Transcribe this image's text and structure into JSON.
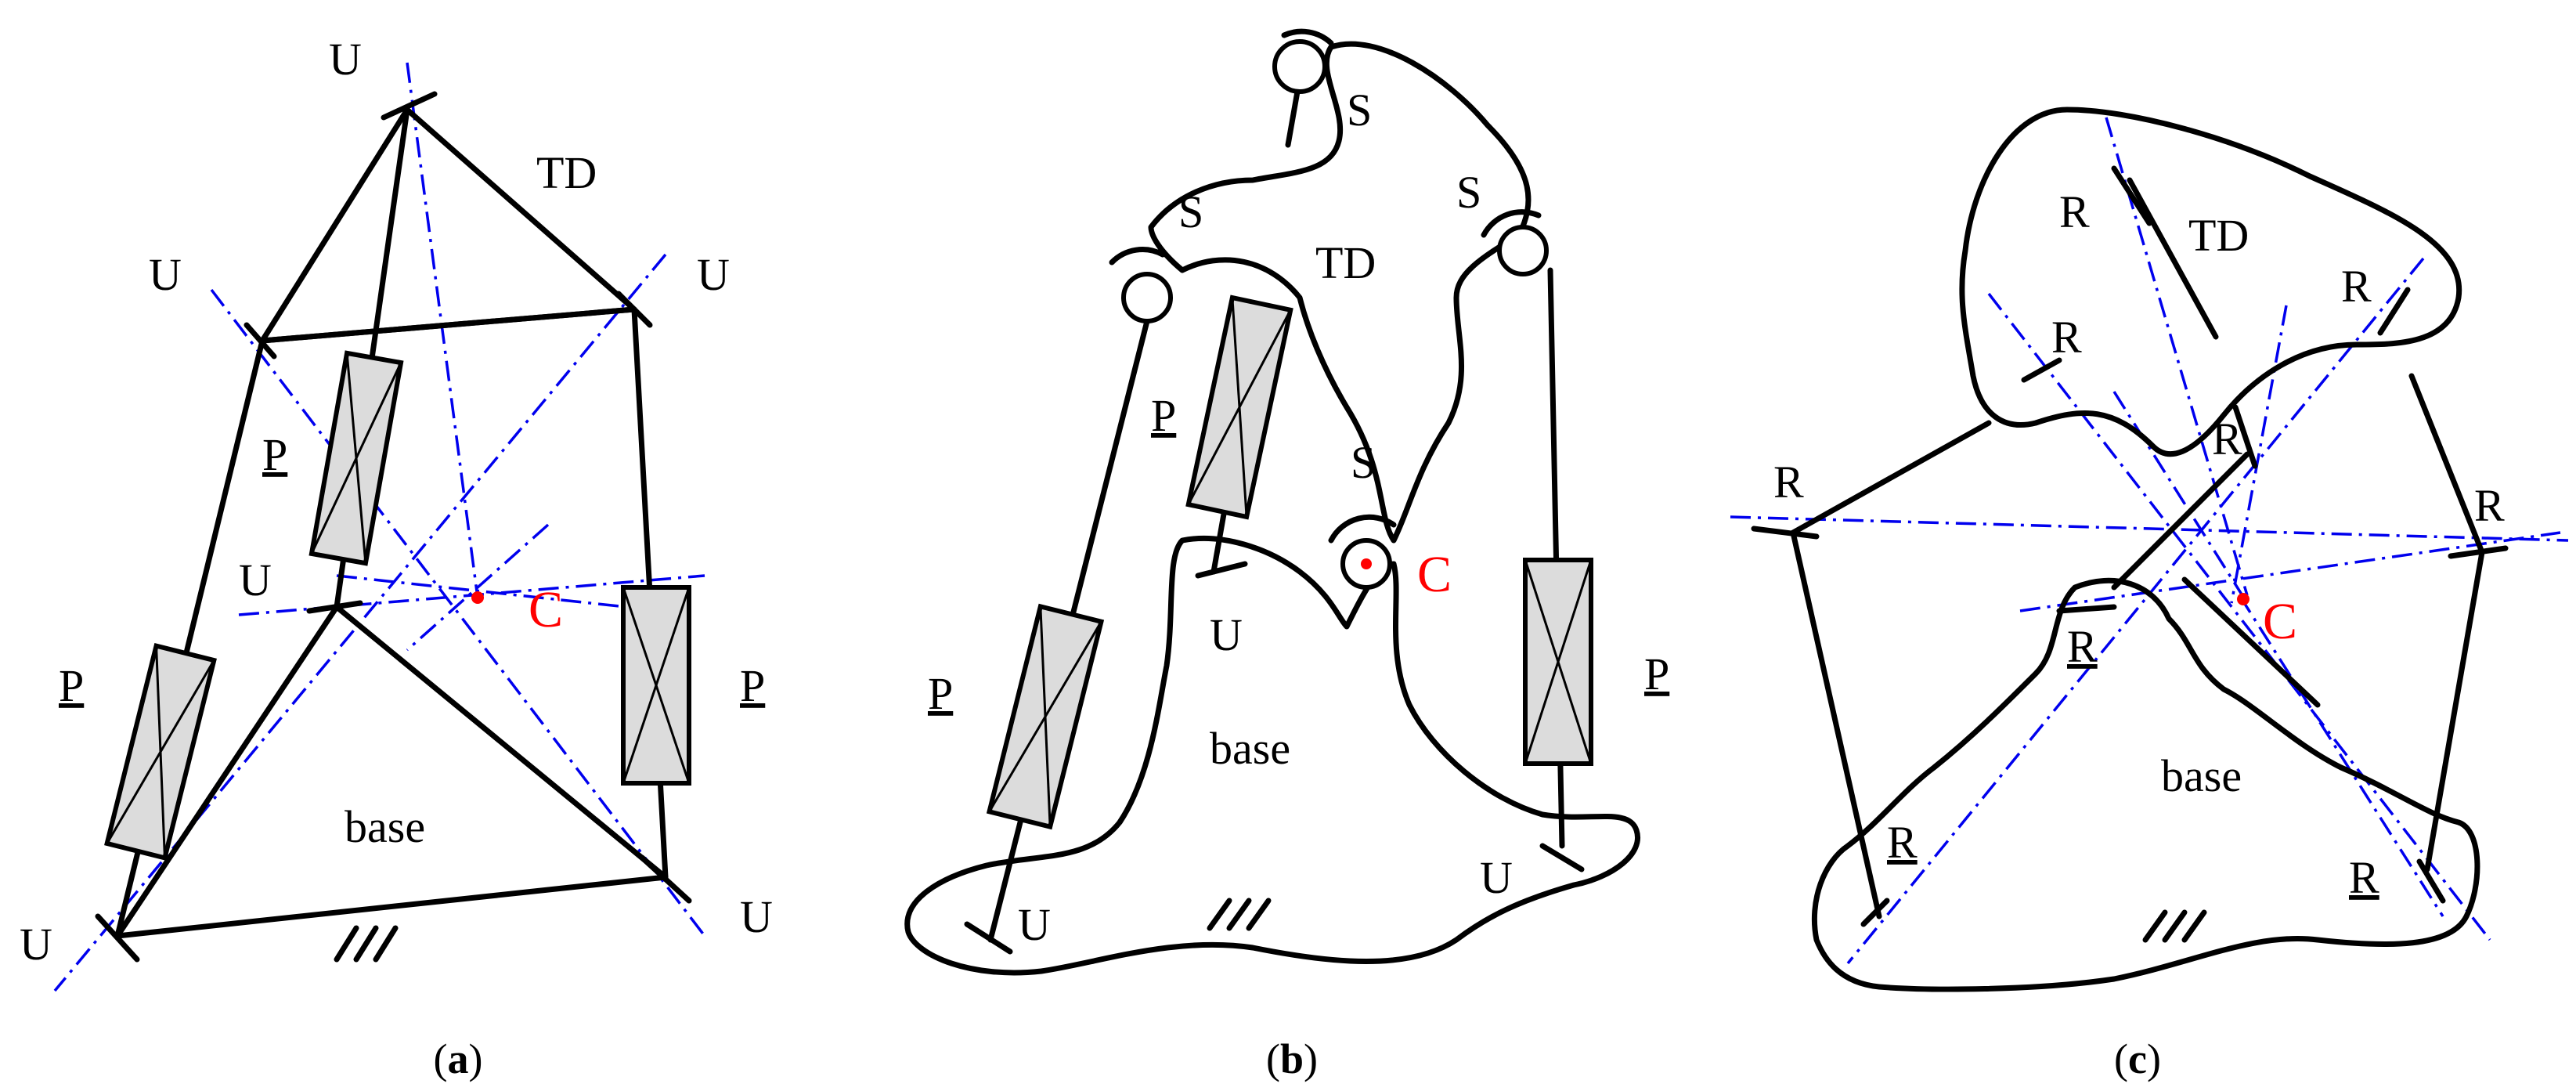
{
  "colors": {
    "lines": "#000000",
    "axes": "#0000ee",
    "center_point": "#ff0000",
    "actuator_fill": "#dcdcdc"
  },
  "panels": [
    {
      "id": "a",
      "caption_open": "(",
      "caption_letter": "a",
      "caption_close": ")",
      "labels": {
        "u_top": "U",
        "u_left": "U",
        "u_right": "U",
        "u_mid": "U",
        "u_bottom_left": "U",
        "u_bottom_right": "U",
        "td": "TD",
        "p_upper": "P",
        "p_lower": "P",
        "p_right": "P",
        "base": "base",
        "center": "C"
      }
    },
    {
      "id": "b",
      "caption_open": "(",
      "caption_letter": "b",
      "caption_close": ")",
      "labels": {
        "s_top": "S",
        "s_left": "S",
        "s_right": "S",
        "s_center": "S",
        "td": "TD",
        "p_upper": "P",
        "p_lower": "P",
        "p_right": "P",
        "u_mid": "U",
        "u_bottom_left": "U",
        "u_bottom_right": "U",
        "base": "base",
        "center": "C"
      }
    },
    {
      "id": "c",
      "caption_open": "(",
      "caption_letter": "c",
      "caption_close": ")",
      "labels": {
        "r_top": "R",
        "td": "TD",
        "r_right_upper": "R",
        "r_left_upper": "R",
        "r_center": "R",
        "r_left": "R",
        "r_right": "R",
        "r_mid_lower": "R",
        "r_bottom_left": "R",
        "r_bottom_right": "R",
        "base": "base",
        "center": "C"
      }
    }
  ]
}
